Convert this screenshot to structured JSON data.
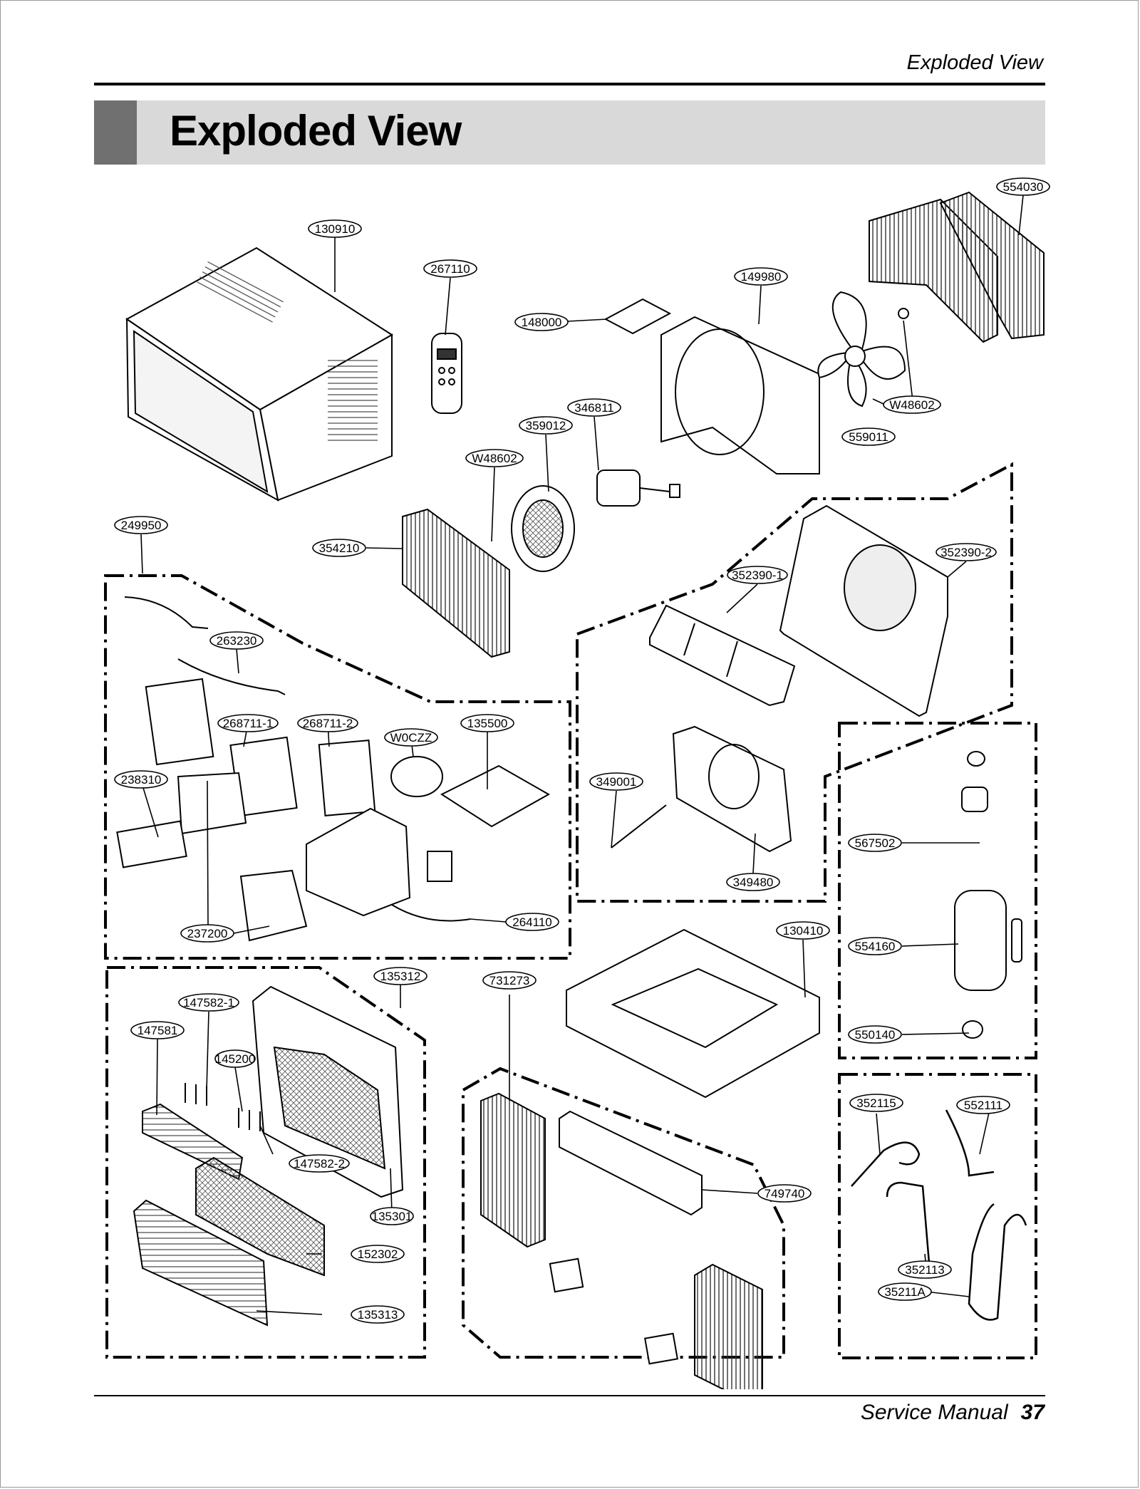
{
  "header": {
    "running_title": "Exploded View"
  },
  "title": "Exploded View",
  "footer": {
    "manual": "Service Manual",
    "page_number": "37"
  },
  "part_labels": [
    "130910",
    "267110",
    "148000",
    "149980",
    "554030",
    "346811",
    "359012",
    "W48602",
    "W48602",
    "559011",
    "249950",
    "354210",
    "352390-1",
    "352390-2",
    "263230",
    "268711-1",
    "268711-2",
    "W0CZZ",
    "135500",
    "238310",
    "349001",
    "349480",
    "567502",
    "237200",
    "264110",
    "130410",
    "554160",
    "135312",
    "731273",
    "147582-1",
    "147581",
    "145200",
    "550140",
    "147582-2",
    "352115",
    "552111",
    "749740",
    "135301",
    "152302",
    "352113",
    "35211A",
    "135313"
  ]
}
